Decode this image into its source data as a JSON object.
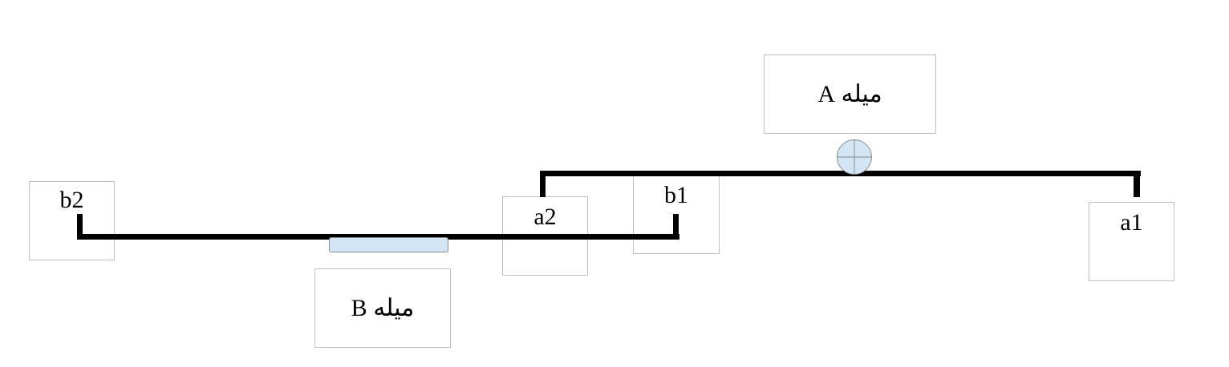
{
  "rods": {
    "A": {
      "title": "میله A"
    },
    "B": {
      "title": "میله B"
    }
  },
  "points": {
    "a1": "a1",
    "a2": "a2",
    "b1": "b1",
    "b2": "b2"
  },
  "colors": {
    "rod": "#000000",
    "support_fill": "#d3e6f5",
    "support_stroke": "#8a8a8a",
    "box_border": "#c0c0c0"
  }
}
